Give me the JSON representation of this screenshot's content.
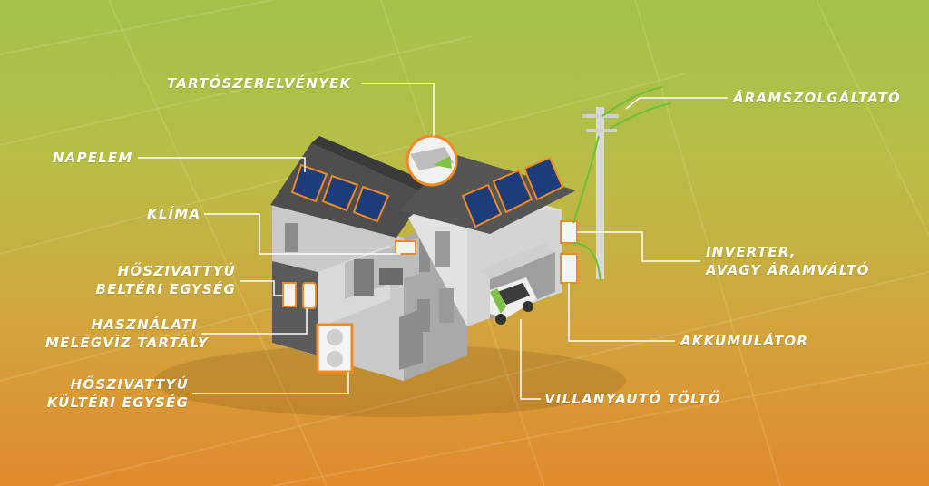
{
  "colors": {
    "accent": "#f08a24",
    "line": "#ffffff",
    "wire": "#6bbf3a"
  },
  "labels": {
    "tartoszerelvenyek": "TARTÓSZERELVÉNYEK",
    "napelem": "NAPELEM",
    "klima": "KLÍMA",
    "hoszivattyu_belteri_1": "HŐSZIVATTYÚ",
    "hoszivattyu_belteri_2": "BELTÉRI EGYSÉG",
    "melegviz_1": "HASZNÁLATI",
    "melegviz_2": "MELEGVÍZ TARTÁLY",
    "hoszivattyu_kulteri_1": "HŐSZIVATTYÚ",
    "hoszivattyu_kulteri_2": "KÜLTÉRI EGYSÉG",
    "aramszolgaltato": "ÁRAMSZOLGÁLTATÓ",
    "inverter_1": "INVERTER,",
    "inverter_2": "AVAGY ÁRAMVÁLTÓ",
    "akkumulator": "AKKUMULÁTOR",
    "villanyauto_tolto": "VILLANYAUTÓ TÖLTŐ"
  }
}
